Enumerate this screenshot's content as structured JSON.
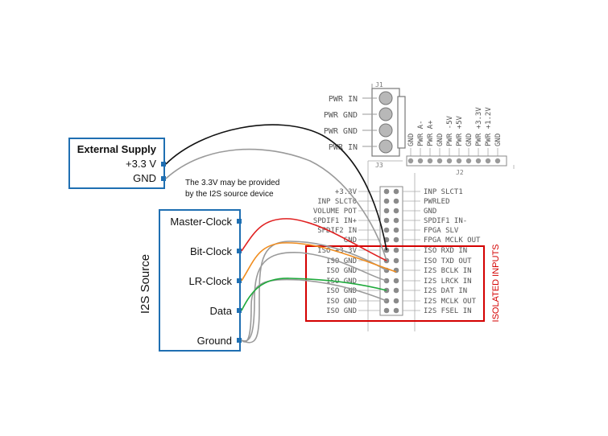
{
  "power_connector": {
    "ref": "J1",
    "pins": [
      "PWR IN",
      "PWR GND",
      "PWR GND",
      "PWR IN"
    ]
  },
  "j2": {
    "ref": "J2",
    "pins": [
      "GND",
      "PWR A-",
      "PWR A+",
      "GND",
      "PWR -5V",
      "PWR +5V",
      "GND",
      "PWR +3.3V",
      "PWR +1.2V",
      "GND"
    ]
  },
  "j3": {
    "ref": "J3",
    "left_labels": [
      "+3.3V",
      "INP SLCT0",
      "VOLUME POT",
      "SPDIF1 IN+",
      "SPDIF2 IN",
      "GND",
      "ISO +3.3V",
      "ISO GND",
      "ISO GND",
      "ISO GND",
      "ISO GND",
      "ISO GND",
      "ISO GND"
    ],
    "right_labels": [
      "INP SLCT1",
      "PWRLED",
      "GND",
      "SPDIF1 IN-",
      "FPGA SLV",
      "FPGA MCLK OUT",
      "ISO RXD IN",
      "ISO TXD OUT",
      "I2S BCLK IN",
      "I2S LRCK IN",
      "I2S DAT IN",
      "I2S MCLK OUT",
      "I2S FSEL IN"
    ]
  },
  "external_supply": {
    "title": "External Supply",
    "pins": [
      "+3.3 V",
      "GND"
    ]
  },
  "note": [
    "The 3.3V may be provided",
    "by the I2S source device"
  ],
  "i2s_source": {
    "title": "I2S Source",
    "pins": [
      "Master-Clock",
      "Bit-Clock",
      "LR-Clock",
      "Data",
      "Ground"
    ]
  },
  "isolated_inputs": {
    "label": "ISOLATED INPUTS"
  },
  "colors": {
    "box_border": "#1f6fb2",
    "pin_marker": "#1f6fb2",
    "supply_wire": "#111111",
    "gnd_wire": "#9a9a9a",
    "bit_clock_wire": "#e02020",
    "lr_clock_wire": "#f08c1e",
    "data_wire": "#1faa3c",
    "highlight_box": "#d40000"
  }
}
